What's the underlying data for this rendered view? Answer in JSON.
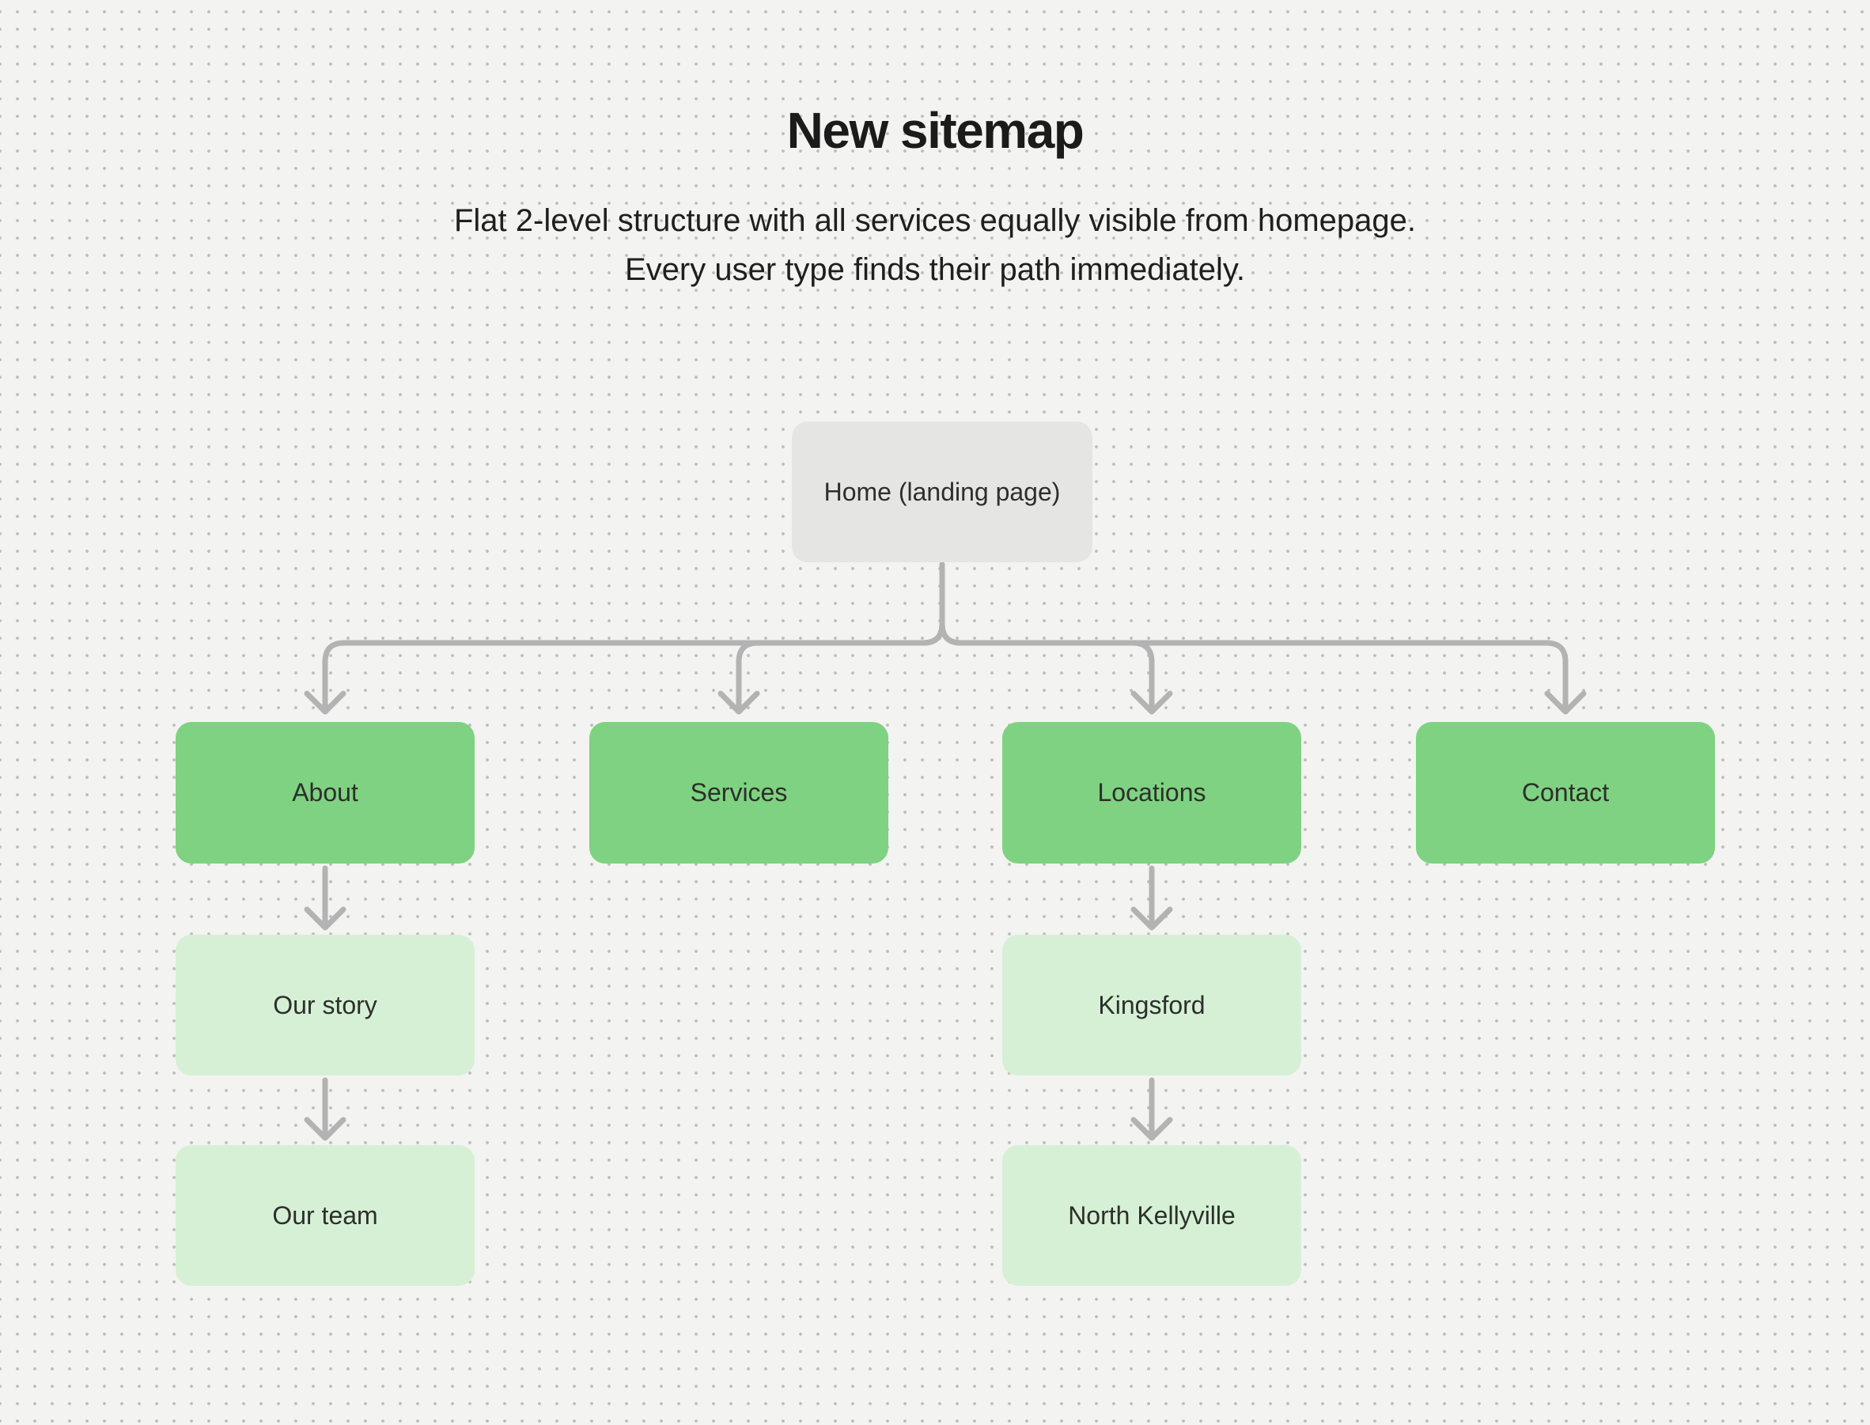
{
  "header": {
    "title": "New sitemap",
    "subtitle": "Flat 2-level structure with all services equally visible from homepage. Every user type finds their path immediately."
  },
  "colors": {
    "bg_color": "#f3f3f1",
    "dot_color": "#bdbdbd",
    "connector_color": "#b3b3b3",
    "root_node_color": "#e5e5e3",
    "primary_node_color": "#7fd281",
    "secondary_node_color": "#d6f0d6"
  },
  "tree": {
    "root": {
      "label": "Home (landing page)"
    },
    "branches": [
      {
        "label": "About",
        "children": [
          {
            "label": "Our story"
          },
          {
            "label": "Our team"
          }
        ]
      },
      {
        "label": "Services",
        "children": []
      },
      {
        "label": "Locations",
        "children": [
          {
            "label": "Kingsford"
          },
          {
            "label": "North Kellyville"
          }
        ]
      },
      {
        "label": "Contact",
        "children": []
      }
    ]
  }
}
